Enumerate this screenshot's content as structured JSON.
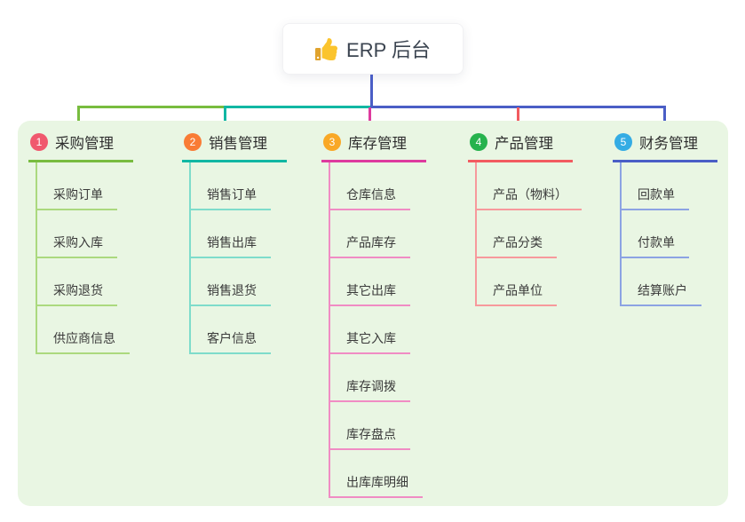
{
  "root": {
    "title": "ERP 后台",
    "icon": "thumbs-up"
  },
  "board_background": "#e9f6e3",
  "branches": [
    {
      "index": "1",
      "title": "采购管理",
      "badge_color": "#f0596e",
      "line_color": "#78bc3f",
      "child_line_color": "#abd97e",
      "children": [
        "采购订单",
        "采购入库",
        "采购退货",
        "供应商信息"
      ]
    },
    {
      "index": "2",
      "title": "销售管理",
      "badge_color": "#f97c35",
      "line_color": "#11b7a3",
      "child_line_color": "#7edccb",
      "children": [
        "销售订单",
        "销售出库",
        "销售退货",
        "客户信息"
      ]
    },
    {
      "index": "3",
      "title": "库存管理",
      "badge_color": "#f9a826",
      "line_color": "#de3a9e",
      "child_line_color": "#f08cc4",
      "children": [
        "仓库信息",
        "产品库存",
        "其它出库",
        "其它入库",
        "库存调拨",
        "库存盘点",
        "出库库明细"
      ]
    },
    {
      "index": "4",
      "title": "产品管理",
      "badge_color": "#26b24d",
      "line_color": "#f25b60",
      "child_line_color": "#f7999c",
      "children": [
        "产品（物料）",
        "产品分类",
        "产品单位"
      ]
    },
    {
      "index": "5",
      "title": "财务管理",
      "badge_color": "#34ace4",
      "line_color": "#4a5ec6",
      "child_line_color": "#8ca3e3",
      "children": [
        "回款单",
        "付款单",
        "结算账户"
      ]
    }
  ]
}
